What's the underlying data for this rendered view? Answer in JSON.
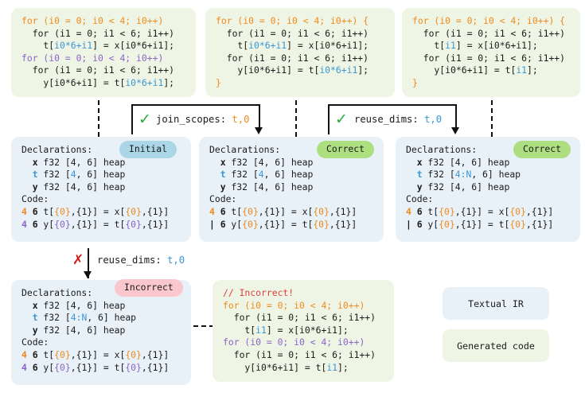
{
  "palette": {
    "code_bg": "#eef5e4",
    "ir_bg": "#e8f1f7",
    "orange": "#f08a1e",
    "purple": "#8b63c9",
    "blue": "#3a96d6",
    "red": "#e0403c",
    "badge_initial": "#abd6e8",
    "badge_correct": "#adde7f",
    "badge_incorrect": "#fac7cd",
    "check_green": "#2eaa3c",
    "cross_red": "#d51a1a"
  },
  "top_row": {
    "code_1": {
      "lines": [
        [
          {
            "t": "for (i0 = 0; i0 < 4; i0++)",
            "c": "or"
          }
        ],
        [
          {
            "t": "  for (i1 = 0; i1 < 6; i1++)",
            "c": "bk"
          }
        ],
        [
          {
            "t": "    t[",
            "c": "bk"
          },
          {
            "t": "i0*6+i1",
            "c": "bl"
          },
          {
            "t": "] = x[i0*6+i1];",
            "c": "bk"
          }
        ],
        [
          {
            "t": "for (i0 = 0; i0 < 4; i0++)",
            "c": "pu"
          }
        ],
        [
          {
            "t": "  for (i1 = 0; i1 < 6; i1++)",
            "c": "bk"
          }
        ],
        [
          {
            "t": "    y[i0*6+i1] = t[",
            "c": "bk"
          },
          {
            "t": "i0*6+i1",
            "c": "bl"
          },
          {
            "t": "];",
            "c": "bk"
          }
        ]
      ]
    },
    "code_2": {
      "lines": [
        [
          {
            "t": "for (i0 = 0; i0 < 4; i0++) {",
            "c": "or"
          }
        ],
        [
          {
            "t": "  for (i1 = 0; i1 < 6; i1++)",
            "c": "bk"
          }
        ],
        [
          {
            "t": "    t[",
            "c": "bk"
          },
          {
            "t": "i0*6+i1",
            "c": "bl"
          },
          {
            "t": "] = x[i0*6+i1];",
            "c": "bk"
          }
        ],
        [
          {
            "t": "  for (i1 = 0; i1 < 6; i1++)",
            "c": "bk"
          }
        ],
        [
          {
            "t": "    y[i0*6+i1] = t[",
            "c": "bk"
          },
          {
            "t": "i0*6+i1",
            "c": "bl"
          },
          {
            "t": "];",
            "c": "bk"
          }
        ],
        [
          {
            "t": "}",
            "c": "or"
          }
        ]
      ]
    },
    "code_3": {
      "lines": [
        [
          {
            "t": "for (i0 = 0; i0 < 4; i0++) {",
            "c": "or"
          }
        ],
        [
          {
            "t": "  for (i1 = 0; i1 < 6; i1++)",
            "c": "bk"
          }
        ],
        [
          {
            "t": "    t[",
            "c": "bk"
          },
          {
            "t": "i1",
            "c": "bl"
          },
          {
            "t": "] = x[i0*6+i1];",
            "c": "bk"
          }
        ],
        [
          {
            "t": "  for (i1 = 0; i1 < 6; i1++)",
            "c": "bk"
          }
        ],
        [
          {
            "t": "    y[i0*6+i1] = t[",
            "c": "bk"
          },
          {
            "t": "i1",
            "c": "bl"
          },
          {
            "t": "];",
            "c": "bk"
          }
        ],
        [
          {
            "t": "}",
            "c": "or"
          }
        ]
      ]
    }
  },
  "mid_row": {
    "ir_1": {
      "badge": "Initial",
      "lines": [
        [
          {
            "t": "Declarations:",
            "c": "bk"
          }
        ],
        [
          {
            "t": "  x",
            "c": "bk bold"
          },
          {
            "t": " f32 [4, 6] heap",
            "c": "bk"
          }
        ],
        [
          {
            "t": "  t",
            "c": "bl bold"
          },
          {
            "t": " f32 [",
            "c": "bk"
          },
          {
            "t": "4",
            "c": "bl"
          },
          {
            "t": ", 6] heap",
            "c": "bk"
          }
        ],
        [
          {
            "t": "  y",
            "c": "bk bold"
          },
          {
            "t": " f32 [4, 6] heap",
            "c": "bk"
          }
        ],
        [
          {
            "t": "Code:",
            "c": "bk"
          }
        ],
        [
          {
            "t": "4",
            "c": "or bold"
          },
          {
            "t": " 6",
            "c": "bk bold"
          },
          {
            "t": " t[",
            "c": "bk"
          },
          {
            "t": "{0}",
            "c": "or"
          },
          {
            "t": ",",
            "c": "bk"
          },
          {
            "t": "{1}",
            "c": "bk"
          },
          {
            "t": "] = x[",
            "c": "bk"
          },
          {
            "t": "{0}",
            "c": "or"
          },
          {
            "t": ",",
            "c": "bk"
          },
          {
            "t": "{1}",
            "c": "bk"
          },
          {
            "t": "]",
            "c": "bk"
          }
        ],
        [
          {
            "t": "4",
            "c": "pu bold"
          },
          {
            "t": " 6",
            "c": "bk bold"
          },
          {
            "t": " y[",
            "c": "bk"
          },
          {
            "t": "{0}",
            "c": "pu"
          },
          {
            "t": ",",
            "c": "bk"
          },
          {
            "t": "{1}",
            "c": "bk"
          },
          {
            "t": "] = t[",
            "c": "bk"
          },
          {
            "t": "{0}",
            "c": "pu"
          },
          {
            "t": ",",
            "c": "bk"
          },
          {
            "t": "{1}",
            "c": "bk"
          },
          {
            "t": "]",
            "c": "bk"
          }
        ]
      ]
    },
    "ir_2": {
      "badge": "Correct",
      "lines": [
        [
          {
            "t": "Declarations:",
            "c": "bk"
          }
        ],
        [
          {
            "t": "  x",
            "c": "bk bold"
          },
          {
            "t": " f32 [4, 6] heap",
            "c": "bk"
          }
        ],
        [
          {
            "t": "  t",
            "c": "bl bold"
          },
          {
            "t": " f32 [",
            "c": "bk"
          },
          {
            "t": "4",
            "c": "bl"
          },
          {
            "t": ", 6] heap",
            "c": "bk"
          }
        ],
        [
          {
            "t": "  y",
            "c": "bk bold"
          },
          {
            "t": " f32 [4, 6] heap",
            "c": "bk"
          }
        ],
        [
          {
            "t": "Code:",
            "c": "bk"
          }
        ],
        [
          {
            "t": "4",
            "c": "or bold"
          },
          {
            "t": " 6",
            "c": "bk bold"
          },
          {
            "t": " t[",
            "c": "bk"
          },
          {
            "t": "{0}",
            "c": "or"
          },
          {
            "t": ",",
            "c": "bk"
          },
          {
            "t": "{1}",
            "c": "bk"
          },
          {
            "t": "] = x[",
            "c": "bk"
          },
          {
            "t": "{0}",
            "c": "or"
          },
          {
            "t": ",",
            "c": "bk"
          },
          {
            "t": "{1}",
            "c": "bk"
          },
          {
            "t": "]",
            "c": "bk"
          }
        ],
        [
          {
            "t": "|",
            "c": "bk bold"
          },
          {
            "t": " 6",
            "c": "bk bold"
          },
          {
            "t": " y[",
            "c": "bk"
          },
          {
            "t": "{0}",
            "c": "or"
          },
          {
            "t": ",",
            "c": "bk"
          },
          {
            "t": "{1}",
            "c": "bk"
          },
          {
            "t": "] = t[",
            "c": "bk"
          },
          {
            "t": "{0}",
            "c": "or"
          },
          {
            "t": ",",
            "c": "bk"
          },
          {
            "t": "{1}",
            "c": "bk"
          },
          {
            "t": "]",
            "c": "bk"
          }
        ]
      ]
    },
    "ir_3": {
      "badge": "Correct",
      "lines": [
        [
          {
            "t": "Declarations:",
            "c": "bk"
          }
        ],
        [
          {
            "t": "  x",
            "c": "bk bold"
          },
          {
            "t": " f32 [4, 6] heap",
            "c": "bk"
          }
        ],
        [
          {
            "t": "  t",
            "c": "bl bold"
          },
          {
            "t": " f32 [",
            "c": "bk"
          },
          {
            "t": "4:N",
            "c": "bl"
          },
          {
            "t": ", 6] heap",
            "c": "bk"
          }
        ],
        [
          {
            "t": "  y",
            "c": "bk bold"
          },
          {
            "t": " f32 [4, 6] heap",
            "c": "bk"
          }
        ],
        [
          {
            "t": "Code:",
            "c": "bk"
          }
        ],
        [
          {
            "t": "4",
            "c": "or bold"
          },
          {
            "t": " 6",
            "c": "bk bold"
          },
          {
            "t": " t[",
            "c": "bk"
          },
          {
            "t": "{0}",
            "c": "or"
          },
          {
            "t": ",",
            "c": "bk"
          },
          {
            "t": "{1}",
            "c": "bk"
          },
          {
            "t": "] = x[",
            "c": "bk"
          },
          {
            "t": "{0}",
            "c": "or"
          },
          {
            "t": ",",
            "c": "bk"
          },
          {
            "t": "{1}",
            "c": "bk"
          },
          {
            "t": "]",
            "c": "bk"
          }
        ],
        [
          {
            "t": "|",
            "c": "bk bold"
          },
          {
            "t": " 6",
            "c": "bk bold"
          },
          {
            "t": " y[",
            "c": "bk"
          },
          {
            "t": "{0}",
            "c": "or"
          },
          {
            "t": ",",
            "c": "bk"
          },
          {
            "t": "{1}",
            "c": "bk"
          },
          {
            "t": "] = t[",
            "c": "bk"
          },
          {
            "t": "{0}",
            "c": "or"
          },
          {
            "t": ",",
            "c": "bk"
          },
          {
            "t": "{1}",
            "c": "bk"
          },
          {
            "t": "]",
            "c": "bk"
          }
        ]
      ]
    }
  },
  "bottom_row": {
    "ir_4": {
      "badge": "Incorrect",
      "lines": [
        [
          {
            "t": "Declarations:",
            "c": "bk"
          }
        ],
        [
          {
            "t": "  x",
            "c": "bk bold"
          },
          {
            "t": " f32 [4, 6] heap",
            "c": "bk"
          }
        ],
        [
          {
            "t": "  t",
            "c": "bl bold"
          },
          {
            "t": " f32 [",
            "c": "bk"
          },
          {
            "t": "4:N",
            "c": "bl"
          },
          {
            "t": ", 6] heap",
            "c": "bk"
          }
        ],
        [
          {
            "t": "  y",
            "c": "bk bold"
          },
          {
            "t": " f32 [4, 6] heap",
            "c": "bk"
          }
        ],
        [
          {
            "t": "Code:",
            "c": "bk"
          }
        ],
        [
          {
            "t": "4",
            "c": "or bold"
          },
          {
            "t": " 6",
            "c": "bk bold"
          },
          {
            "t": " t[",
            "c": "bk"
          },
          {
            "t": "{0}",
            "c": "or"
          },
          {
            "t": ",",
            "c": "bk"
          },
          {
            "t": "{1}",
            "c": "bk"
          },
          {
            "t": "] = x[",
            "c": "bk"
          },
          {
            "t": "{0}",
            "c": "or"
          },
          {
            "t": ",",
            "c": "bk"
          },
          {
            "t": "{1}",
            "c": "bk"
          },
          {
            "t": "]",
            "c": "bk"
          }
        ],
        [
          {
            "t": "4",
            "c": "pu bold"
          },
          {
            "t": " 6",
            "c": "bk bold"
          },
          {
            "t": " y[",
            "c": "bk"
          },
          {
            "t": "{0}",
            "c": "pu"
          },
          {
            "t": ",",
            "c": "bk"
          },
          {
            "t": "{1}",
            "c": "bk"
          },
          {
            "t": "] = t[",
            "c": "bk"
          },
          {
            "t": "{0}",
            "c": "pu"
          },
          {
            "t": ",",
            "c": "bk"
          },
          {
            "t": "{1}",
            "c": "bk"
          },
          {
            "t": "]",
            "c": "bk"
          }
        ]
      ]
    },
    "code_4": {
      "lines": [
        [
          {
            "t": "// Incorrect!",
            "c": "rd"
          }
        ],
        [
          {
            "t": "for (i0 = 0; i0 < 4; i0++)",
            "c": "or"
          }
        ],
        [
          {
            "t": "  for (i1 = 0; i1 < 6; i1++)",
            "c": "bk"
          }
        ],
        [
          {
            "t": "    t[",
            "c": "bk"
          },
          {
            "t": "i1",
            "c": "bl"
          },
          {
            "t": "] = x[i0*6+i1];",
            "c": "bk"
          }
        ],
        [
          {
            "t": "for (i0 = 0; i0 < 4; i0++)",
            "c": "pu"
          }
        ],
        [
          {
            "t": "  for (i1 = 0; i1 < 6; i1++)",
            "c": "bk"
          }
        ],
        [
          {
            "t": "    y[i0*6+i1] = t[",
            "c": "bk"
          },
          {
            "t": "i1",
            "c": "bl"
          },
          {
            "t": "];",
            "c": "bk"
          }
        ]
      ]
    }
  },
  "transforms": {
    "join_scopes": {
      "mark": "✓",
      "name": "join_scopes: ",
      "args": "t,0",
      "arg_color": "or"
    },
    "reuse_dims_ok": {
      "mark": "✓",
      "name": "reuse_dims: ",
      "args": "t,0",
      "arg_color": "bl"
    },
    "reuse_dims_bad": {
      "mark": "✗",
      "name": "reuse_dims: ",
      "args": "t,0",
      "arg_color": "bl"
    }
  },
  "legend": {
    "textual_ir": "Textual IR",
    "generated_code": "Generated code"
  }
}
